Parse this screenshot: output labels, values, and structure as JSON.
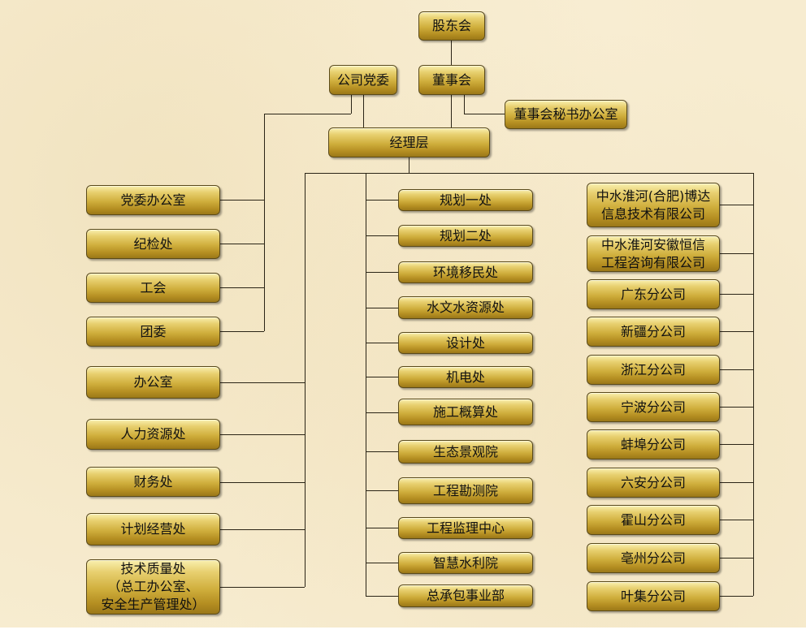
{
  "top": {
    "shareholders": "股东会",
    "party_committee": "公司党委",
    "board": "董事会",
    "board_secretary_office": "董事会秘书办公室",
    "management": "经理层"
  },
  "party_units": [
    "党委办公室",
    "纪检处",
    "工会",
    "团委"
  ],
  "functional_depts": [
    "办公室",
    "人力资源处",
    "财务处",
    "计划经营处",
    "技术质量处\n（总工办公室、\n安全生产管理处）"
  ],
  "production_depts": [
    "规划一处",
    "规划二处",
    "环境移民处",
    "水文水资源处",
    "设计处",
    "机电处",
    "施工概算处",
    "生态景观院",
    "工程勘测院",
    "工程监理中心",
    "智慧水利院",
    "总承包事业部"
  ],
  "subsidiaries": [
    "中水淮河(合肥)博达\n信息技术有限公司",
    "中水淮河安徽恒信\n工程咨询有限公司",
    "广东分公司",
    "新疆分公司",
    "浙江分公司",
    "宁波分公司",
    "蚌埠分公司",
    "六安分公司",
    "霍山分公司",
    "亳州分公司",
    "叶集分公司"
  ]
}
